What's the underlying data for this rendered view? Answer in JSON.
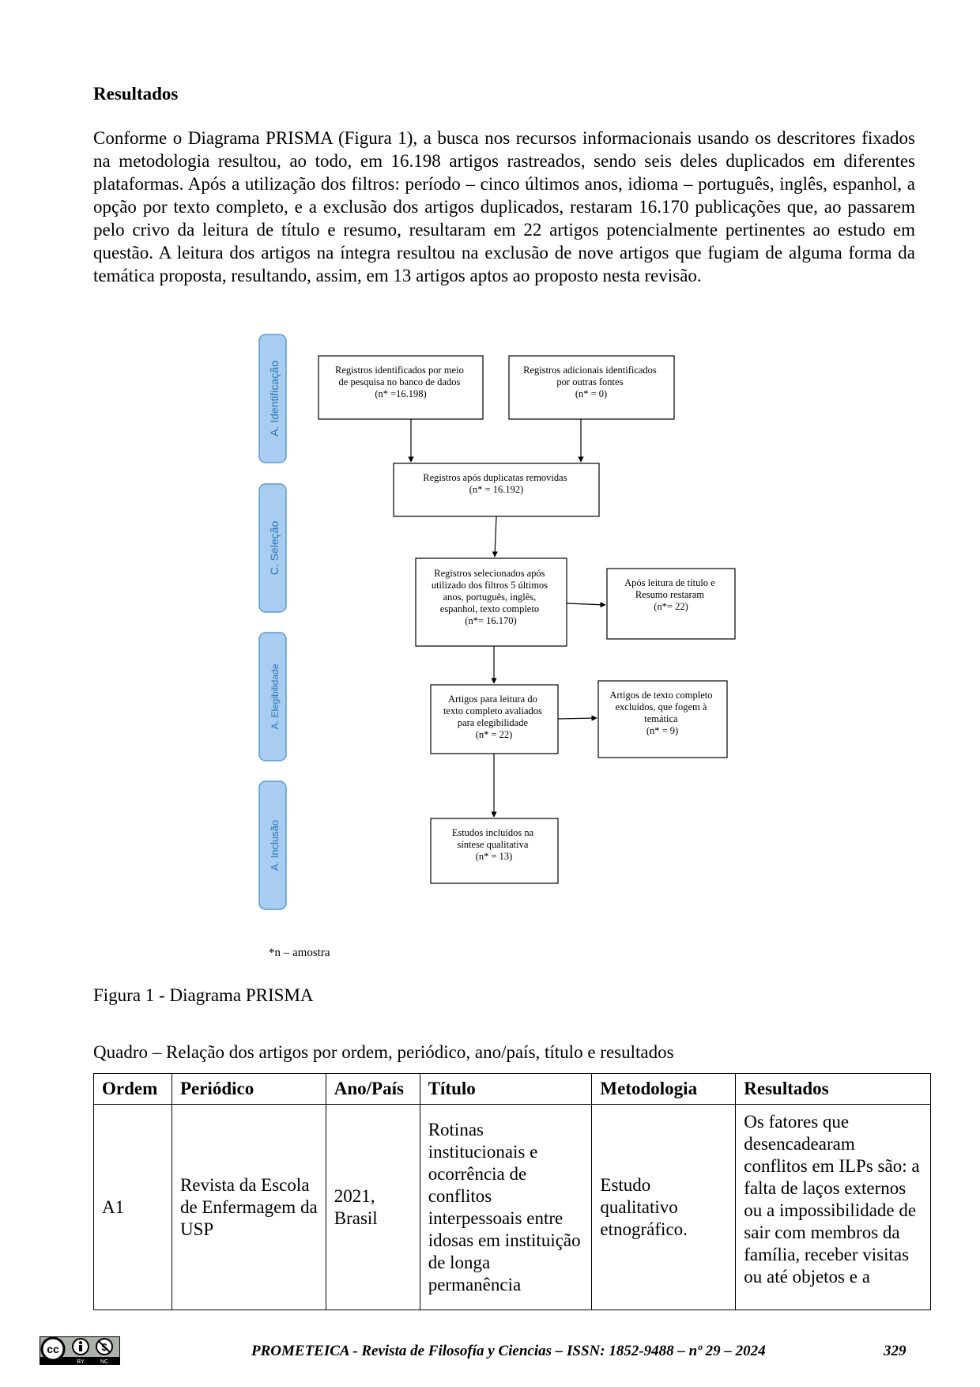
{
  "heading": "Resultados",
  "paragraph": "Conforme o Diagrama PRISMA (Figura 1), a busca nos recursos informacionais usando os descritores fixados na metodologia resultou, ao todo, em 16.198 artigos rastreados, sendo seis deles duplicados em diferentes plataformas. Após a utilização dos filtros: período – cinco últimos anos, idioma – português, inglês, espanhol, a opção por texto completo, e a exclusão dos artigos duplicados, restaram 16.170 publicações que, ao passarem pelo crivo da leitura de título e resumo, resultaram em 22 artigos potencialmente pertinentes ao estudo em questão. A leitura dos artigos na íntegra resultou na exclusão de nove artigos que fugiam de alguma forma da temática proposta, resultando, assim, em 13 artigos aptos ao proposto nesta revisão.",
  "diagram": {
    "stages": {
      "identificacao": "A.  Identificação",
      "selecao": "C.  Seleção",
      "elegibilidade": "A.  Elegibilidade",
      "inclusao": "A.  Inclusão"
    },
    "boxes": {
      "registros_banco": [
        "Registros identificados por meio",
        "de pesquisa no banco de dados",
        "(n* =16.198)"
      ],
      "registros_outras": [
        "Registros adicionais identificados",
        "por outras fontes",
        "(n* = 0)"
      ],
      "duplicatas": [
        "Registros após duplicatas removidas",
        "(n* = 16.192)"
      ],
      "selecionados": [
        "Registros selecionados após",
        "utilizado dos filtros 5 últimos",
        "anos, português, inglês,",
        "espanhol, texto completo",
        "(n*= 16.170)"
      ],
      "apos_leitura": [
        "Após leitura de título e",
        "Resumo restaram",
        "(n*= 22)"
      ],
      "artigos_leitura": [
        "Artigos para leitura do",
        "texto completo avaliados",
        "para elegibilidade",
        "(n* = 22)"
      ],
      "excluidos": [
        "Artigos de texto completo",
        "excluídos, que fogem à",
        "temática",
        "(n* = 9)"
      ],
      "incluidos": [
        "Estudos incluídos na",
        "síntese qualitativa",
        "(n* = 13)"
      ]
    }
  },
  "footnote": "*n – amostra",
  "figure_caption": "Figura 1 - Diagrama PRISMA",
  "quadro_caption": "Quadro – Relação dos artigos por ordem, periódico, ano/país, título e resultados",
  "table": {
    "headers": [
      "Ordem",
      "Periódico",
      "Ano/País",
      "Título",
      "Metodologia",
      "Resultados"
    ],
    "rows": [
      {
        "ordem": "A1",
        "periodico": "Revista da Escola de Enfermagem da USP",
        "ano_pais": "2021, Brasil",
        "titulo": "Rotinas institucionais e ocorrência de conflitos interpessoais entre idosas em instituição de longa permanência",
        "metodologia": "Estudo qualitativo etnográfico.",
        "resultados": "Os fatores que desencadearam conflitos em ILPs são: a falta de laços externos ou a impossibilidade de sair com membros da família, receber visitas ou até objetos e a"
      }
    ]
  },
  "footer": {
    "journal": "PROMETEICA - Revista de Filosofía y Ciencias – ISSN: 1852-9488 – nº 29 – 2024",
    "page": "329",
    "license_labels": [
      "BY",
      "NC"
    ]
  },
  "colors": {
    "stage_fill": "#a8cdf0",
    "stage_border": "#5b9bd5",
    "stage_text": "#2e75b6"
  }
}
